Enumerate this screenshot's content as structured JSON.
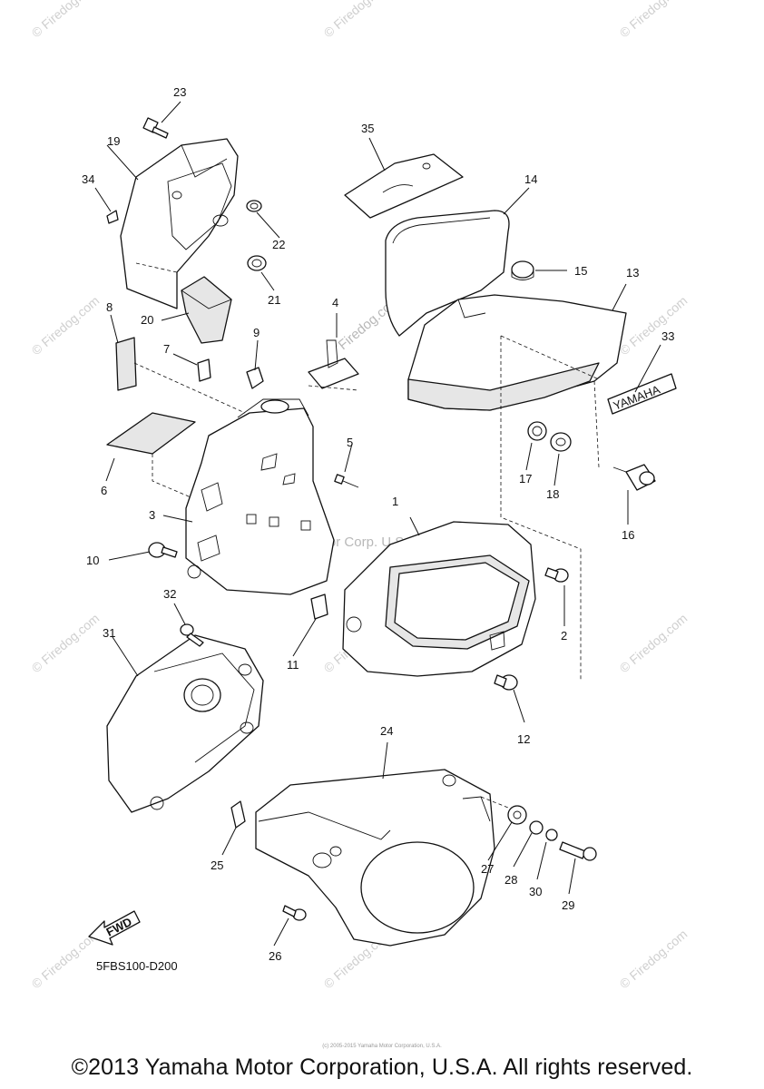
{
  "diagram_code": "5FBS100-D200",
  "copyright": "©2013 Yamaha Motor Corporation, U.S.A. All rights reserved.",
  "copyright_small": "(c) 2005-2015 Yamaha Motor Corporation, U.S.A.",
  "watermark_text": "© Firedog.com",
  "watermark_center": "Yamaha Motor Corp. U.S.A.",
  "watermark_part": "Firedog.com",
  "emblem_text": "YAMAHA",
  "fwd_label": "FWD",
  "callouts": [
    "1",
    "2",
    "3",
    "4",
    "5",
    "6",
    "7",
    "8",
    "9",
    "10",
    "11",
    "12",
    "13",
    "14",
    "15",
    "16",
    "17",
    "18",
    "19",
    "20",
    "21",
    "22",
    "23",
    "24",
    "25",
    "26",
    "27",
    "28",
    "29",
    "30",
    "31",
    "32",
    "33",
    "34",
    "35"
  ]
}
